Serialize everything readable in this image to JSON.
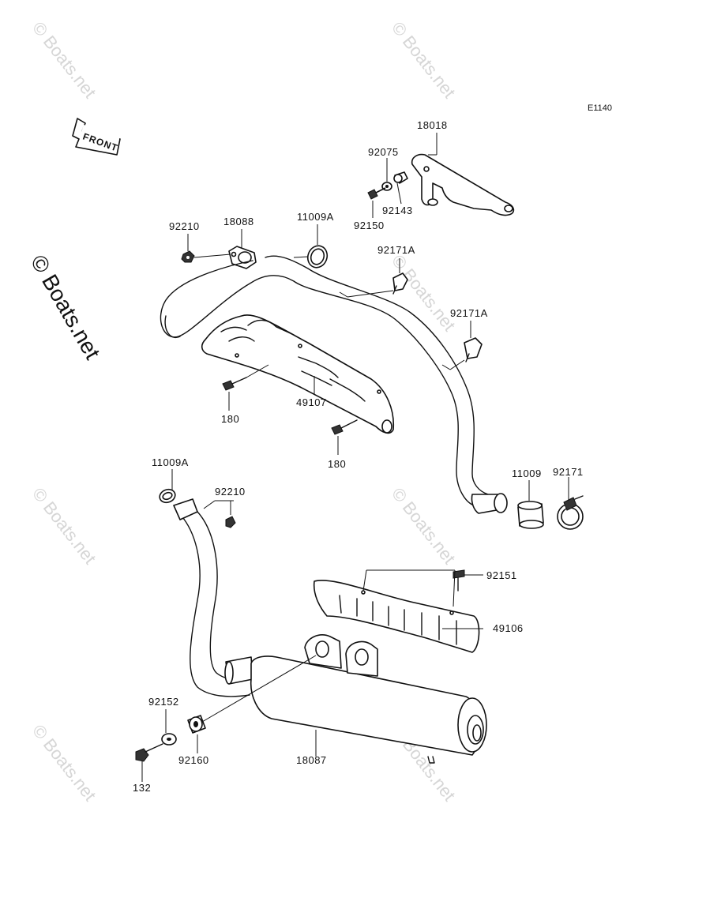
{
  "diagram_code": "E1140",
  "front_arrow_label": "FRONT",
  "watermark_text": "© Boats.net",
  "parts": {
    "p18018": "18018",
    "p92075": "92075",
    "p92143": "92143",
    "p92150": "92150",
    "p92210_top": "92210",
    "p18088": "18088",
    "p11009A_top": "11009A",
    "p92171A_1": "92171A",
    "p92171A_2": "92171A",
    "p180_1": "180",
    "p49107": "49107",
    "p180_2": "180",
    "p11009A_bottom": "11009A",
    "p92210_bottom": "92210",
    "p11009": "11009",
    "p92171": "92171",
    "p92151": "92151",
    "p49106": "49106",
    "p92152": "92152",
    "p92160": "92160",
    "p132": "132",
    "p18087": "18087"
  }
}
